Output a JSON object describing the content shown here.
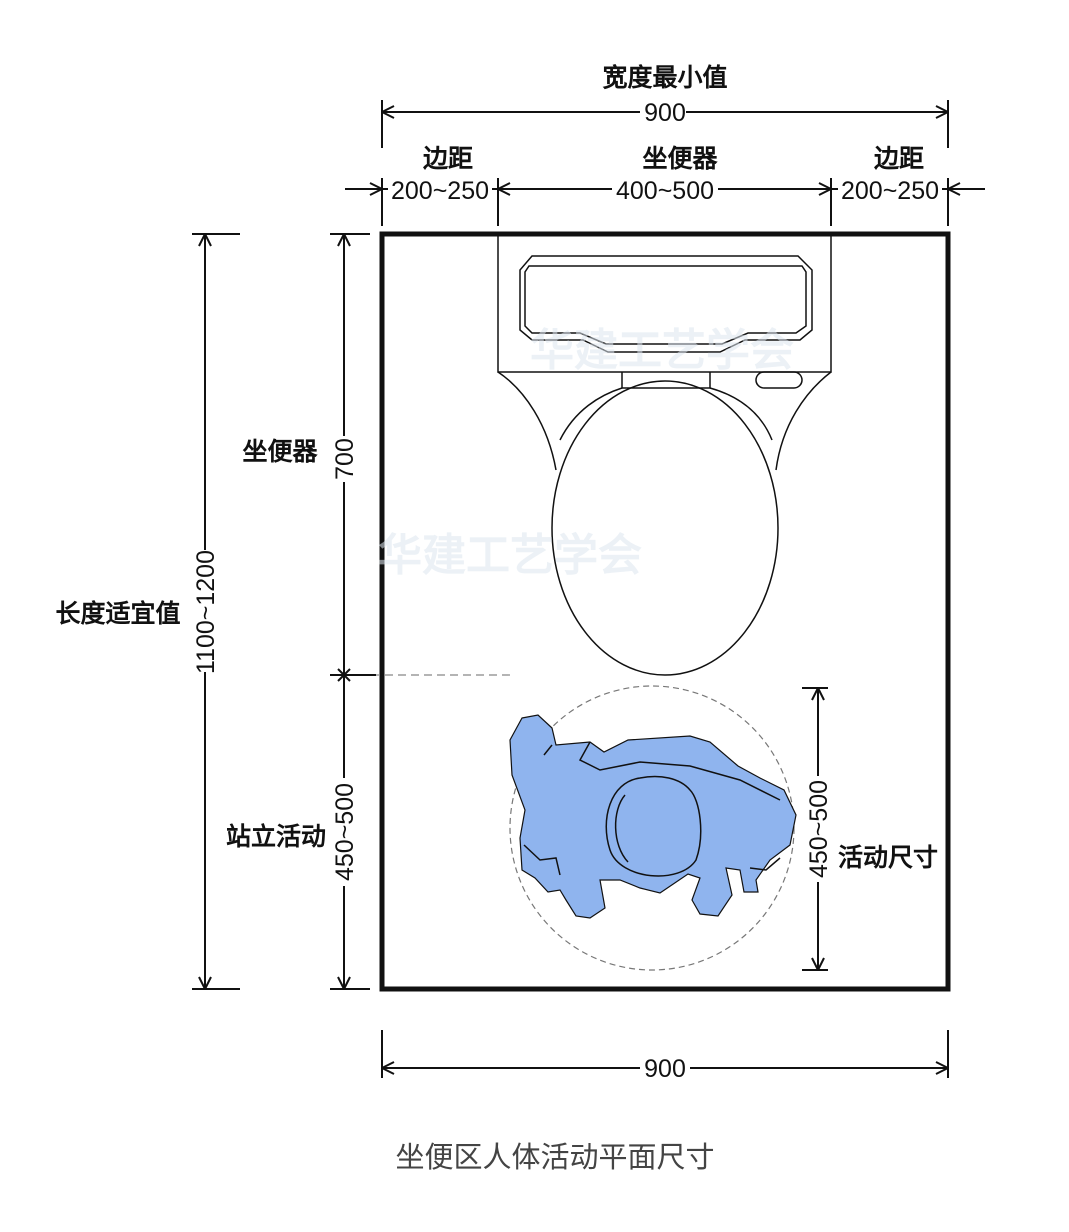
{
  "top": {
    "title": "宽度最小值",
    "total": "900",
    "left_label": "边距",
    "left_value": "200~250",
    "mid_label": "坐便器",
    "mid_value": "400~500",
    "right_label": "边距",
    "right_value": "200~250"
  },
  "left": {
    "total_label": "长度适宜值",
    "total_value": "1100~1200",
    "toilet_label": "坐便器",
    "toilet_value": "700",
    "stand_label": "站立活动",
    "stand_value": "450~500"
  },
  "right": {
    "activity_value": "450~500",
    "activity_label": "活动尺寸"
  },
  "bottom": {
    "total": "900"
  },
  "watermark": "华建工艺学会",
  "caption": "坐便区人体活动平面尺寸",
  "colors": {
    "figure_fill": "#8fb4ee",
    "line": "#111111",
    "caption": "#444444"
  }
}
